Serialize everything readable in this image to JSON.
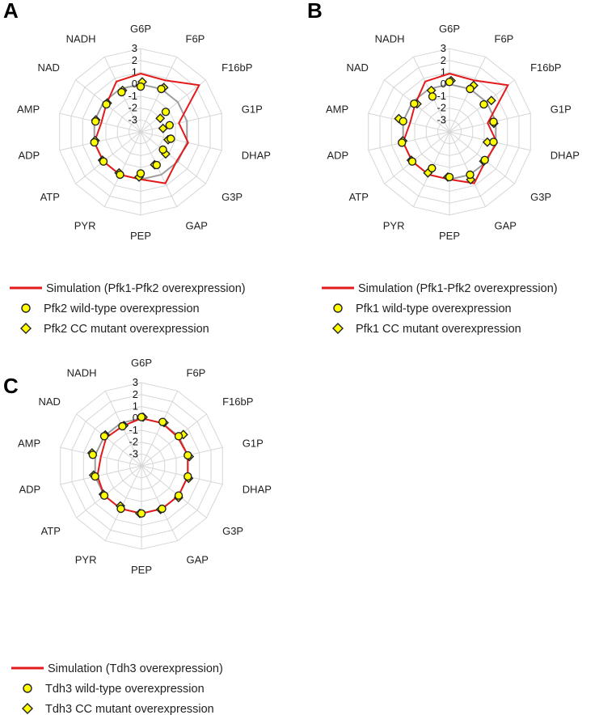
{
  "colors": {
    "simulation": "#e31a1c",
    "wildtype_fill": "#ffff00",
    "marker_stroke": "#222222",
    "reference_ring": "#9e9e9e",
    "grid": "#d6d6d6"
  },
  "chart_data": [
    {
      "panel": "A",
      "type": "radar",
      "axes": [
        "G6P",
        "F6P",
        "F16bP",
        "G1P",
        "DHAP",
        "G3P",
        "GAP",
        "PEP",
        "PYR",
        "ATP",
        "ADP",
        "AMP",
        "NAD",
        "NADH"
      ],
      "ticks": [
        "3",
        "2",
        "1",
        "0",
        "-1",
        "-2",
        "-3"
      ],
      "rlim": [
        -4,
        3
      ],
      "grid": true,
      "series": [
        {
          "name": "Simulation (Pfk1-Pfk2 overexpression)",
          "kind": "line",
          "values": [
            0.9,
            0.8,
            2.3,
            -0.7,
            0.1,
            -0.1,
            0.8,
            0.0,
            0.0,
            0.0,
            0.0,
            -0.6,
            -0.3,
            0.7
          ]
        },
        {
          "name": "Pfk2 wild-type overexpression",
          "kind": "circle",
          "values": [
            -0.2,
            0.0,
            -1.3,
            -1.5,
            -1.4,
            -1.6,
            -0.9,
            -0.5,
            0.0,
            0.0,
            0.0,
            -0.1,
            -0.3,
            -0.3
          ]
        },
        {
          "name": "Pfk2 CC mutant overexpression",
          "kind": "diamond",
          "values": [
            0.2,
            0.2,
            -2.0,
            -2.1,
            -1.6,
            -1.2,
            -1.0,
            -0.2,
            -0.1,
            0.0,
            -0.1,
            -0.1,
            -0.3,
            -0.2
          ]
        }
      ]
    },
    {
      "panel": "B",
      "type": "radar",
      "axes": [
        "G6P",
        "F6P",
        "F16bP",
        "G1P",
        "DHAP",
        "G3P",
        "GAP",
        "PEP",
        "PYR",
        "ATP",
        "ADP",
        "AMP",
        "NAD",
        "NADH"
      ],
      "ticks": [
        "3",
        "2",
        "1",
        "0",
        "-1",
        "-2",
        "-3"
      ],
      "rlim": [
        -4,
        3
      ],
      "grid": true,
      "series": [
        {
          "name": "Simulation (Pfk1-Pfk2 overexpression)",
          "kind": "line",
          "values": [
            0.9,
            0.8,
            2.3,
            -0.7,
            0.1,
            -0.1,
            0.8,
            0.0,
            0.0,
            0.0,
            0.0,
            -0.6,
            -0.3,
            0.7
          ]
        },
        {
          "name": "Pfk1 wild-type overexpression",
          "kind": "circle",
          "values": [
            0.2,
            0.0,
            -0.3,
            -0.2,
            -0.2,
            -0.2,
            0.0,
            -0.2,
            -0.6,
            0.0,
            0.1,
            0.0,
            -0.2,
            -0.7
          ]
        },
        {
          "name": "Pfk1 CC mutant overexpression",
          "kind": "diamond",
          "values": [
            0.3,
            0.4,
            0.4,
            -0.2,
            -0.7,
            -0.2,
            0.4,
            -0.2,
            -0.1,
            0.0,
            0.0,
            0.4,
            -0.4,
            -0.2
          ]
        }
      ]
    },
    {
      "panel": "C",
      "type": "radar",
      "axes": [
        "G6P",
        "F6P",
        "F16bP",
        "G1P",
        "DHAP",
        "G3P",
        "GAP",
        "PEP",
        "PYR",
        "ATP",
        "ADP",
        "AMP",
        "NAD",
        "NADH"
      ],
      "ticks": [
        "3",
        "2",
        "1",
        "0",
        "-1",
        "-2",
        "-3"
      ],
      "rlim": [
        -4,
        3
      ],
      "grid": true,
      "series": [
        {
          "name": "Simulation (Tdh3 overexpression)",
          "kind": "line",
          "values": [
            0.0,
            0.0,
            -0.1,
            0.0,
            0.0,
            0.0,
            0.0,
            0.0,
            0.0,
            0.0,
            -0.2,
            -0.5,
            -0.2,
            -0.3
          ]
        },
        {
          "name": "Tdh3 wild-type overexpression",
          "kind": "circle",
          "values": [
            0.1,
            0.1,
            0.0,
            0.0,
            0.0,
            0.0,
            0.0,
            0.0,
            0.0,
            0.0,
            0.0,
            0.2,
            0.0,
            -0.3
          ]
        },
        {
          "name": "Tdh3 CC mutant overexpression",
          "kind": "diamond",
          "values": [
            0.1,
            0.1,
            0.4,
            0.1,
            0.1,
            0.1,
            0.0,
            0.0,
            -0.2,
            0.0,
            0.1,
            0.3,
            0.0,
            -0.3
          ]
        }
      ]
    }
  ]
}
